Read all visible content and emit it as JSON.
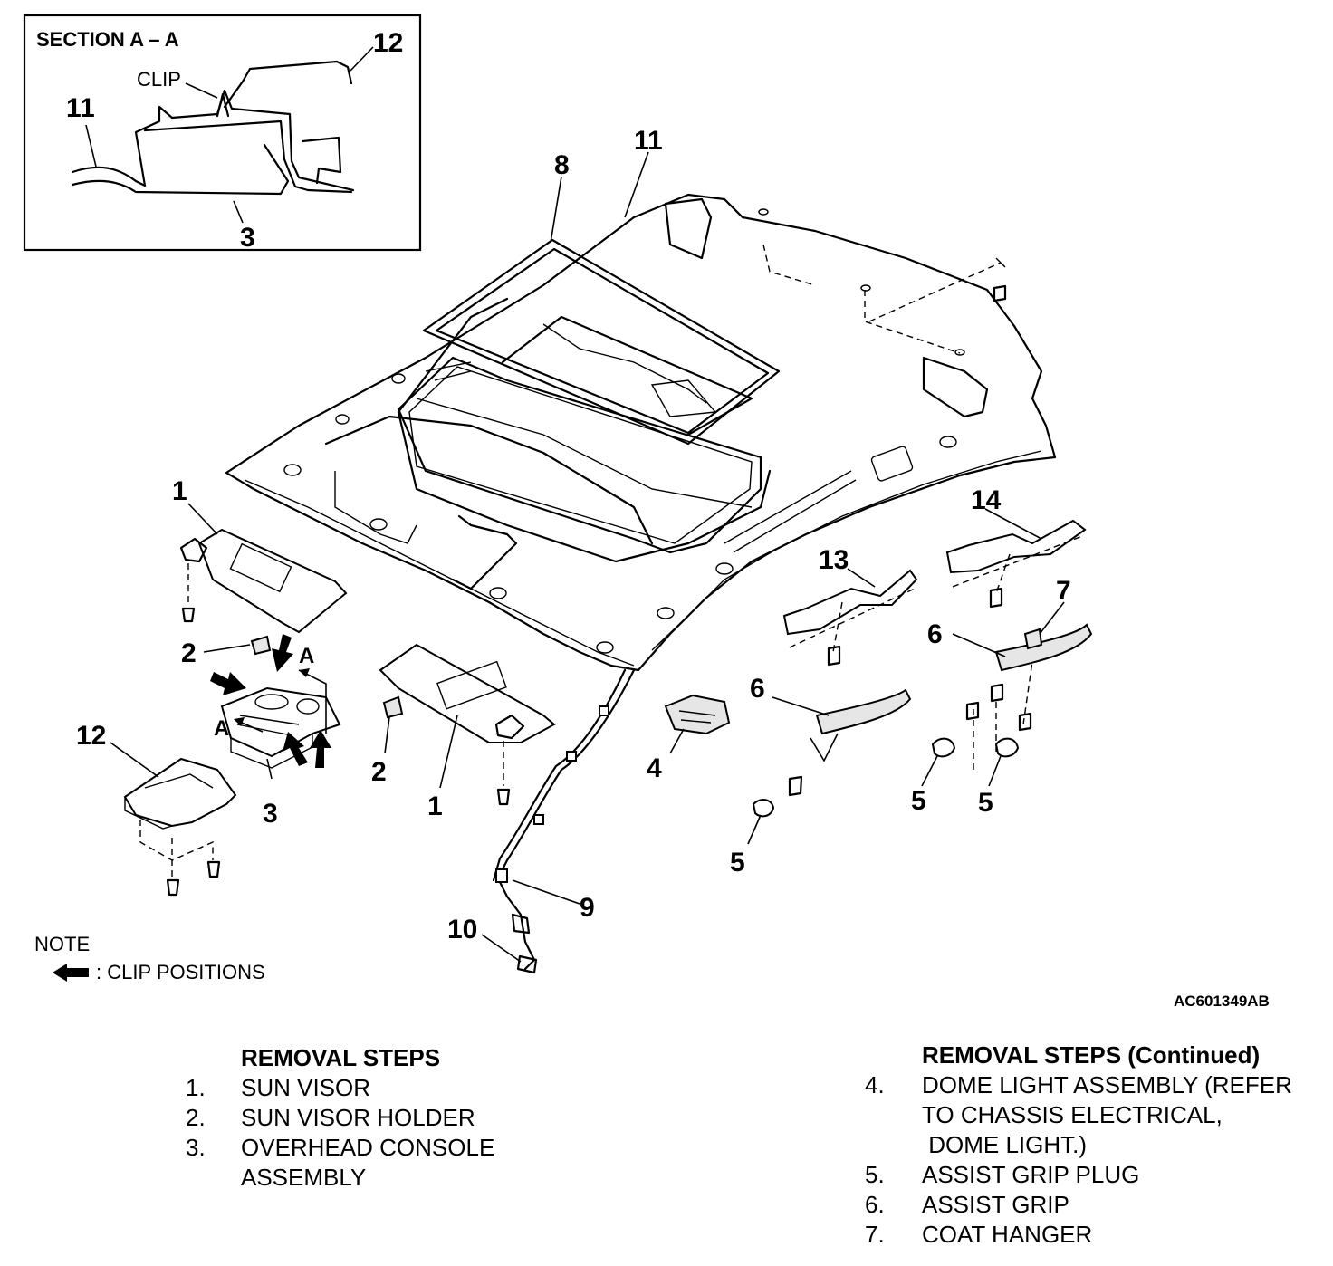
{
  "section": {
    "title": "SECTION A – A",
    "clip_label": "CLIP",
    "callouts": [
      "12",
      "11",
      "3"
    ]
  },
  "callouts": {
    "c1_left": "1",
    "c1_right": "1",
    "c2_left": "2",
    "c2_right": "2",
    "c3": "3",
    "c4": "4",
    "c5_a": "5",
    "c5_b": "5",
    "c5_c": "5",
    "c6_a": "6",
    "c6_b": "6",
    "c7": "7",
    "c8": "8",
    "c9": "9",
    "c10": "10",
    "c11": "11",
    "c12": "12",
    "c13": "13",
    "c14": "14",
    "view_a_top": "A",
    "view_a_left": "A"
  },
  "note": {
    "title": "NOTE",
    "legend_text": ": CLIP POSITIONS"
  },
  "figure_id": "AC601349AB",
  "removal_steps": {
    "heading": "REMOVAL STEPS",
    "items": [
      {
        "num": "1.",
        "lines": [
          "SUN VISOR"
        ]
      },
      {
        "num": "2.",
        "lines": [
          "SUN VISOR HOLDER"
        ]
      },
      {
        "num": "3.",
        "lines": [
          "OVERHEAD CONSOLE",
          "ASSEMBLY"
        ]
      }
    ]
  },
  "removal_steps_continued": {
    "heading": "REMOVAL STEPS (Continued)",
    "items": [
      {
        "num": "4.",
        "lines": [
          "DOME LIGHT ASSEMBLY (REFER",
          "TO CHASSIS ELECTRICAL,",
          " DOME LIGHT.)"
        ]
      },
      {
        "num": "5.",
        "lines": [
          "ASSIST GRIP PLUG"
        ]
      },
      {
        "num": "6.",
        "lines": [
          "ASSIST GRIP"
        ]
      },
      {
        "num": "7.",
        "lines": [
          "COAT HANGER"
        ]
      }
    ]
  }
}
